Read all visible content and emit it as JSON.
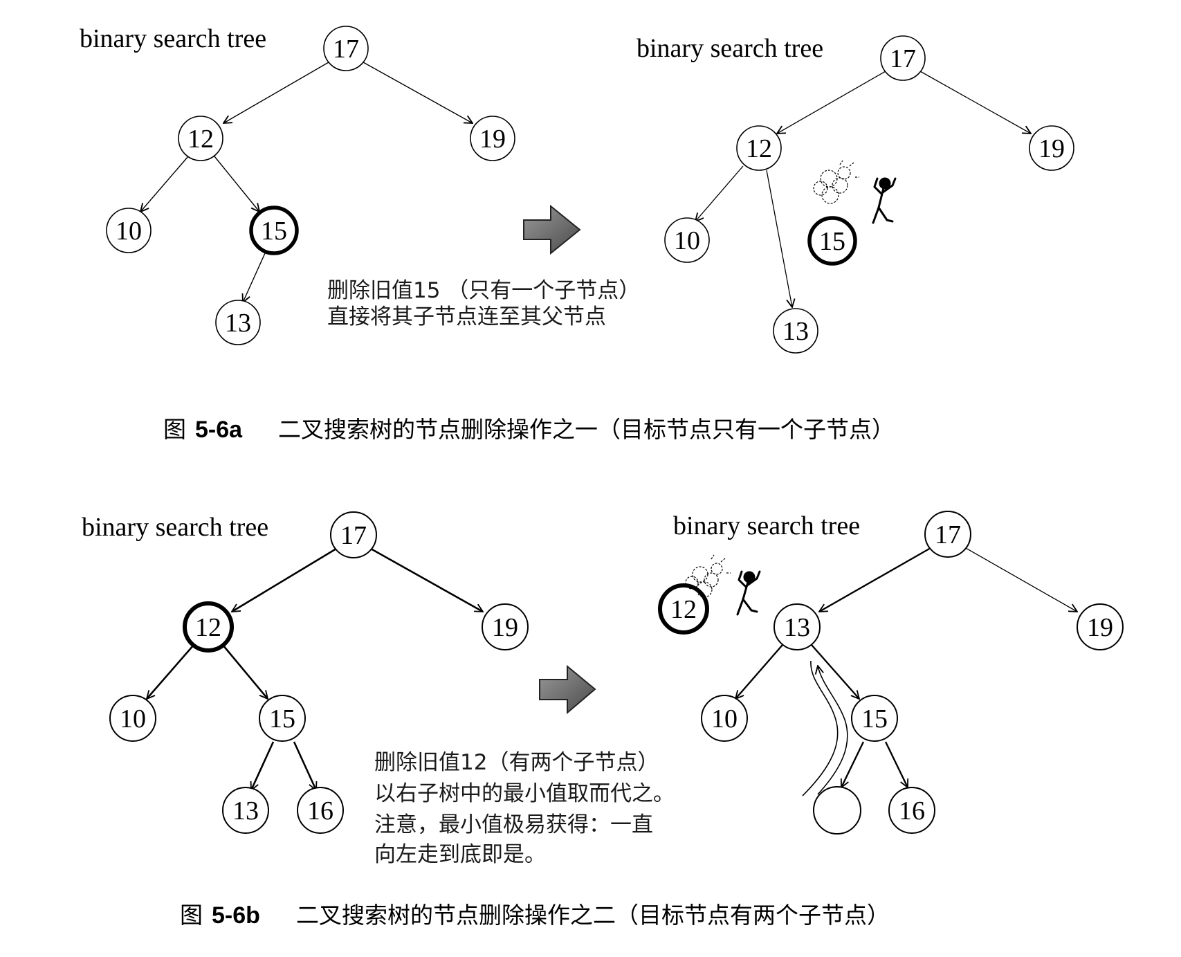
{
  "figure_a": {
    "before_title": "binary search tree",
    "after_title": "binary search tree",
    "note_line1": "删除旧值15 （只有一个子节点）",
    "note_line2": "直接将其子节点连至其父节点",
    "caption_prefix": "图",
    "caption_number": "5-6a",
    "caption_text": "二叉搜索树的节点删除操作之一（目标节点只有一个子节点）",
    "before_nodes": [
      "17",
      "12",
      "19",
      "10",
      "15",
      "13"
    ],
    "after_nodes": [
      "17",
      "12",
      "19",
      "10",
      "13"
    ],
    "removed_node": "15"
  },
  "figure_b": {
    "before_title": "binary search tree",
    "after_title": "binary search tree",
    "note_line1": "删除旧值12（有两个子节点）",
    "note_line2": "以右子树中的最小值取而代之。",
    "note_line3": "注意，最小值极易获得：一直",
    "note_line4": "向左走到底即是。",
    "caption_prefix": "图",
    "caption_number": "5-6b",
    "caption_text": "二叉搜索树的节点删除操作之二（目标节点有两个子节点）",
    "before_nodes": [
      "17",
      "12",
      "19",
      "10",
      "15",
      "13",
      "16"
    ],
    "after_nodes": [
      "17",
      "13",
      "19",
      "10",
      "15",
      "",
      "16"
    ],
    "removed_node": "12"
  },
  "icons": {
    "arrow": "right-arrow-icon",
    "figure": "stick-figure-icon",
    "cloud": "dust-cloud-icon"
  },
  "colors": {
    "ink": "#000000",
    "arrow_fill": "#6e6e6e",
    "paper": "#ffffff"
  }
}
